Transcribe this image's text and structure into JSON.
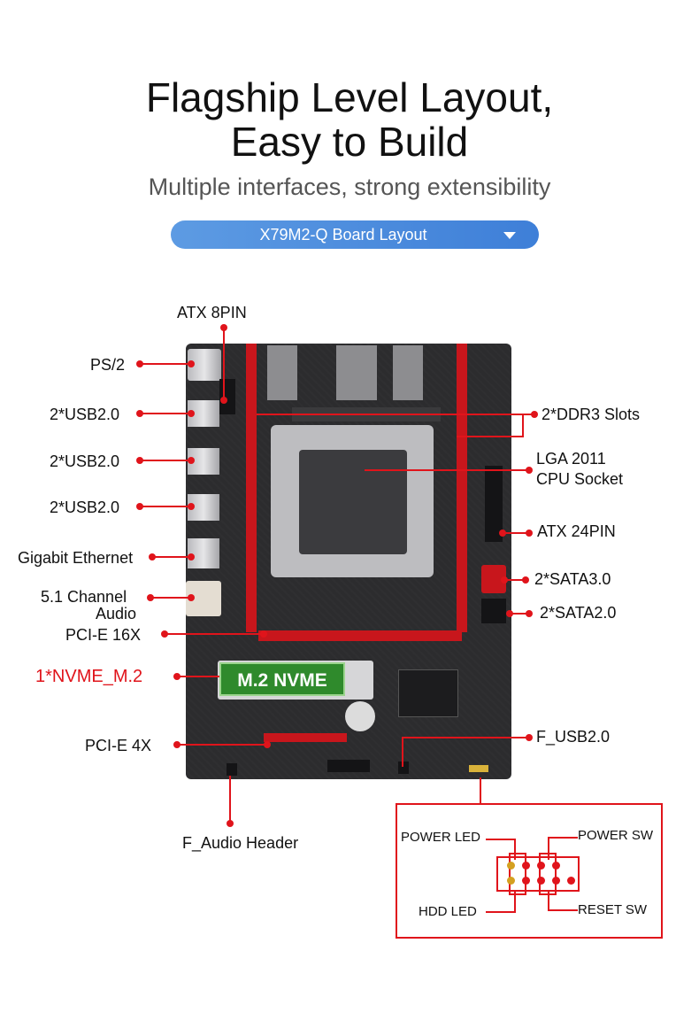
{
  "header": {
    "title_line1": "Flagship Level Layout,",
    "title_line2": "Easy to Build",
    "subtitle": "Multiple interfaces, strong extensibility"
  },
  "selector": {
    "label": "X79M2-Q  Board Layout",
    "icon": "chevron-down-icon"
  },
  "callouts": {
    "atx8pin": "ATX 8PIN",
    "ps2": "PS/2",
    "usb_a": "2*USB2.0",
    "usb_b": "2*USB2.0",
    "usb_c": "2*USB2.0",
    "ethernet": "Gigabit Ethernet",
    "audio_line1": "5.1 Channel",
    "audio_line2": "Audio",
    "pcie16": "PCI-E 16X",
    "nvme": "1*NVME_M.2",
    "pcie4": "PCI-E 4X",
    "f_audio": "F_Audio Header",
    "ddr3": "2*DDR3 Slots",
    "cpu_line1": "LGA 2011",
    "cpu_line2": "CPU Socket",
    "atx24": "ATX 24PIN",
    "sata3": "2*SATA3.0",
    "sata2": "2*SATA2.0",
    "f_usb": "F_USB2.0"
  },
  "board": {
    "nvme_badge": "M.2 NVME"
  },
  "panel_header": {
    "power_led": "POWER LED",
    "power_sw": "POWER SW",
    "hdd_led": "HDD  LED",
    "reset_sw": "RESET SW"
  },
  "colors": {
    "accent_red": "#e0141b",
    "pill_blue": "#4a8ade",
    "nvme_green": "#2f8a2c"
  }
}
